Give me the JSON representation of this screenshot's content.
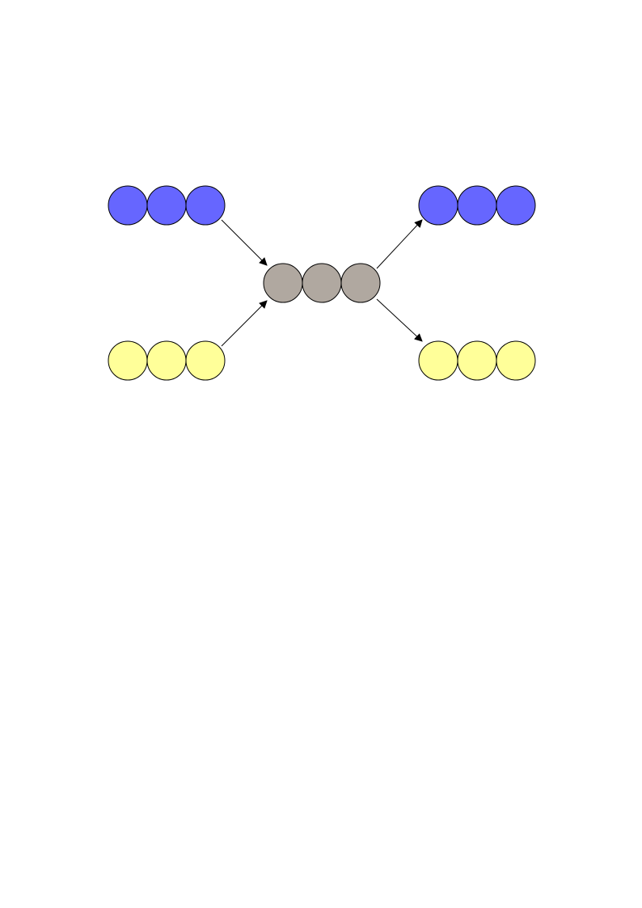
{
  "diagram": {
    "groups": [
      {
        "id": "blue-input",
        "role": "input",
        "color": "#6666ff",
        "count": 3
      },
      {
        "id": "yellow-input",
        "role": "input",
        "color": "#ffff99",
        "count": 3
      },
      {
        "id": "gray-combined",
        "role": "hub",
        "color": "#b0a8a0",
        "count": 3
      },
      {
        "id": "blue-output",
        "role": "output",
        "color": "#6666ff",
        "count": 3
      },
      {
        "id": "yellow-output",
        "role": "output",
        "color": "#ffff99",
        "count": 3
      }
    ],
    "edges": [
      {
        "from": "blue-input",
        "to": "gray-combined"
      },
      {
        "from": "yellow-input",
        "to": "gray-combined"
      },
      {
        "from": "gray-combined",
        "to": "blue-output"
      },
      {
        "from": "gray-combined",
        "to": "yellow-output"
      }
    ],
    "stroke_color": "#000000"
  }
}
